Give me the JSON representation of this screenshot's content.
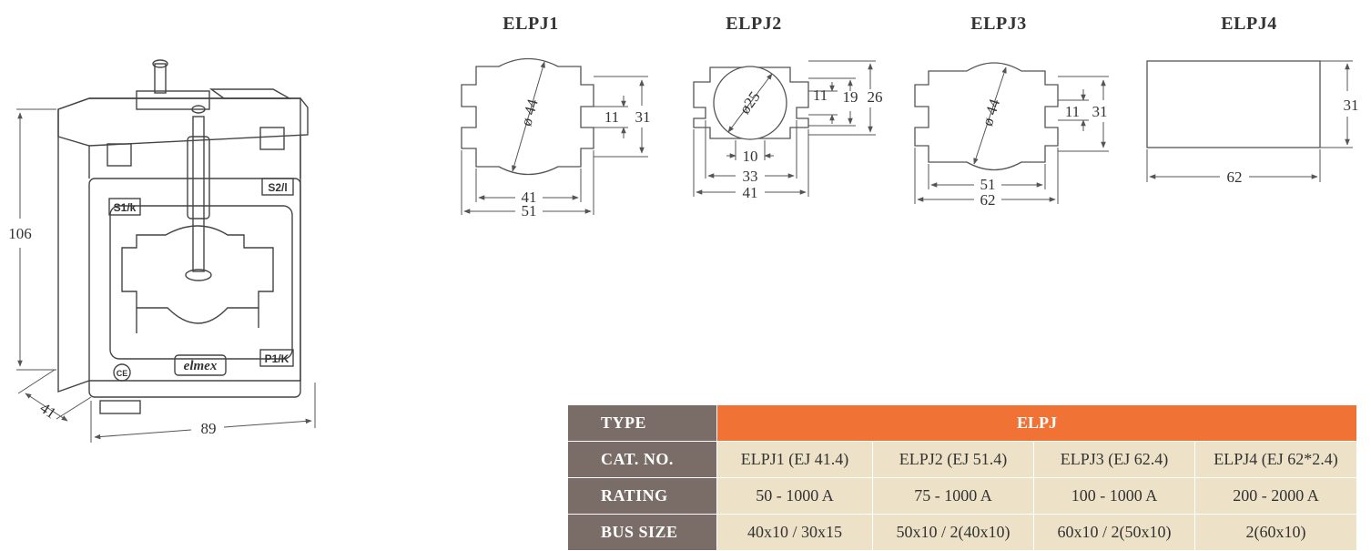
{
  "colors": {
    "header_bg": "#7a6c66",
    "accent_bg": "#f07335",
    "cell_bg": "#ede1c7",
    "line": "#555555"
  },
  "product": {
    "labels": {
      "s1": "S1/k",
      "s2": "S2/l",
      "p1": "P1/K",
      "brand": "elmex",
      "ce": "CE"
    },
    "dims": {
      "height": "106",
      "depth": "41",
      "width": "89"
    }
  },
  "variants": [
    {
      "title": "ELPJ1",
      "dims": {
        "dia": "ø 44",
        "slot": "11",
        "height": "31",
        "inner": "41",
        "outer": "51"
      }
    },
    {
      "title": "ELPJ2",
      "dims": {
        "dia": "ø25",
        "slot": "11",
        "mid": "19",
        "height": "26",
        "gap": "10",
        "inner": "33",
        "outer": "41"
      }
    },
    {
      "title": "ELPJ3",
      "dims": {
        "dia": "ø 44",
        "slot": "11",
        "height": "31",
        "inner": "51",
        "outer": "62"
      }
    },
    {
      "title": "ELPJ4",
      "dims": {
        "height": "31",
        "width": "62"
      }
    }
  ],
  "table": {
    "type_label": "TYPE",
    "type_value": "ELPJ",
    "rows": [
      {
        "label": "CAT. NO.",
        "values": [
          "ELPJ1 (EJ 41.4)",
          "ELPJ2 (EJ 51.4)",
          "ELPJ3 (EJ 62.4)",
          "ELPJ4 (EJ 62*2.4)"
        ]
      },
      {
        "label": "RATING",
        "values": [
          "50 - 1000 A",
          "75 - 1000 A",
          "100 - 1000 A",
          "200 - 2000 A"
        ]
      },
      {
        "label": "BUS SIZE",
        "values": [
          "40x10 / 30x15",
          "50x10 / 2(40x10)",
          "60x10 / 2(50x10)",
          "2(60x10)"
        ]
      }
    ]
  }
}
